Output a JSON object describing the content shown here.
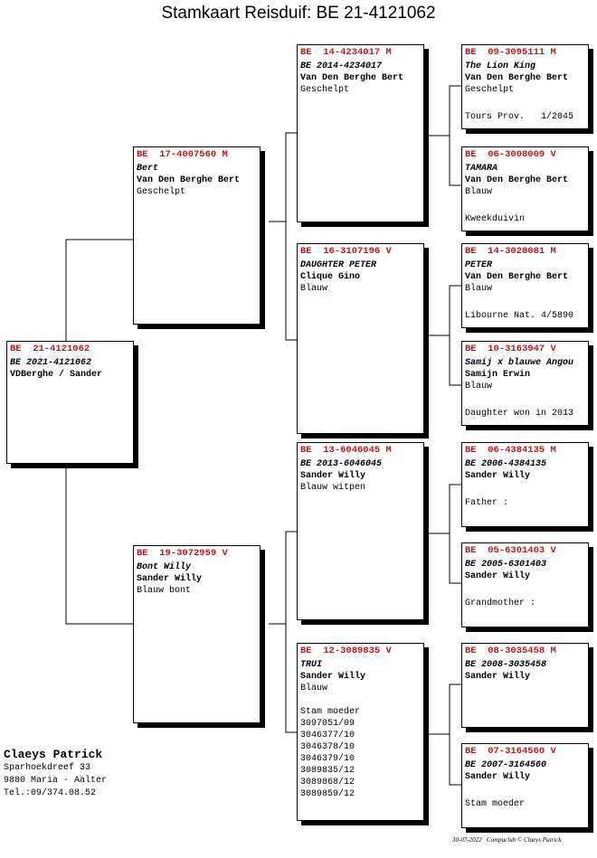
{
  "title": "Stamkaart Reisduif: BE  21-4121062",
  "pigeons": [
    {
      "id": "p0",
      "ring": "BE  21-4121062",
      "lines": [
        {
          "t": "BE 2021-4121062",
          "s": "italic"
        },
        {
          "t": "VDBerghe / Sander",
          "s": "bold"
        }
      ],
      "notes": []
    },
    {
      "id": "p1",
      "ring": "BE  17-4007560 M",
      "lines": [
        {
          "t": "Bert",
          "s": "italic"
        },
        {
          "t": "Van Den Berghe Bert",
          "s": "bold"
        },
        {
          "t": "Geschelpt",
          "s": "plain"
        }
      ],
      "notes": []
    },
    {
      "id": "p2",
      "ring": "BE  19-3072959 V",
      "lines": [
        {
          "t": "Bont Willy",
          "s": "italic"
        },
        {
          "t": "Sander Willy",
          "s": "bold"
        },
        {
          "t": "Blauw bont",
          "s": "plain"
        }
      ],
      "notes": []
    },
    {
      "id": "p3",
      "ring": "BE  14-4234017 M",
      "lines": [
        {
          "t": "BE 2014-4234017",
          "s": "italic"
        },
        {
          "t": "Van Den Berghe Bert",
          "s": "bold"
        },
        {
          "t": "Geschelpt",
          "s": "plain"
        }
      ],
      "notes": []
    },
    {
      "id": "p4",
      "ring": "BE  16-3107196 V",
      "lines": [
        {
          "t": "DAUGHTER PETER",
          "s": "italic"
        },
        {
          "t": "Clique Gino",
          "s": "bold"
        },
        {
          "t": "Blauw",
          "s": "plain"
        }
      ],
      "notes": []
    },
    {
      "id": "p5",
      "ring": "BE  13-6046045 M",
      "lines": [
        {
          "t": "BE 2013-6046045",
          "s": "italic"
        },
        {
          "t": "Sander Willy",
          "s": "bold"
        },
        {
          "t": "Blauw witpen",
          "s": "plain"
        }
      ],
      "notes": []
    },
    {
      "id": "p6",
      "ring": "BE  12-3089835 V",
      "lines": [
        {
          "t": "TRUI",
          "s": "italic"
        },
        {
          "t": "Sander Willy",
          "s": "bold"
        },
        {
          "t": "Blauw",
          "s": "plain"
        }
      ],
      "notes": [
        "Stam moeder",
        "3097051/09",
        "3046377/10",
        "3046378/10",
        "3046379/10",
        "3089835/12",
        "3089868/12",
        "3089859/12"
      ]
    },
    {
      "id": "p7",
      "ring": "BE  09-3095111 M",
      "lines": [
        {
          "t": "The Lion King",
          "s": "italic"
        },
        {
          "t": "Van Den Berghe Bert",
          "s": "bold"
        },
        {
          "t": "Geschelpt",
          "s": "plain"
        }
      ],
      "notes": [
        "Tours Prov.   1/2045"
      ]
    },
    {
      "id": "p8",
      "ring": "BE  06-3008009 V",
      "lines": [
        {
          "t": "TAMARA",
          "s": "italic"
        },
        {
          "t": "Van Den Berghe Bert",
          "s": "bold"
        },
        {
          "t": "Blauw",
          "s": "plain"
        }
      ],
      "notes": [
        "Kweekduivin"
      ]
    },
    {
      "id": "p9",
      "ring": "BE  14-3028081 M",
      "lines": [
        {
          "t": "PETER",
          "s": "italic"
        },
        {
          "t": "Van Den Berghe Bert",
          "s": "bold"
        },
        {
          "t": "Blauw",
          "s": "plain"
        }
      ],
      "notes": [
        "Libourne Nat. 4/5890"
      ]
    },
    {
      "id": "p10",
      "ring": "BE  10-3163947 V",
      "lines": [
        {
          "t": "Samij x blauwe Angou",
          "s": "italic"
        },
        {
          "t": "Samijn Erwin",
          "s": "bold"
        },
        {
          "t": "Blauw",
          "s": "plain"
        }
      ],
      "notes": [
        "Daughter won in 2013"
      ]
    },
    {
      "id": "p11",
      "ring": "BE  06-4384135 M",
      "lines": [
        {
          "t": "BE 2006-4384135",
          "s": "italic"
        },
        {
          "t": "Sander Willy",
          "s": "bold"
        }
      ],
      "notes": [
        "Father :"
      ]
    },
    {
      "id": "p12",
      "ring": "BE  05-6301403 V",
      "lines": [
        {
          "t": "BE 2005-6301403",
          "s": "italic"
        },
        {
          "t": "Sander Willy",
          "s": "bold"
        }
      ],
      "notes": [
        "Grandmother :"
      ]
    },
    {
      "id": "p13",
      "ring": "BE  08-3035458 M",
      "lines": [
        {
          "t": "BE 2008-3035458",
          "s": "italic"
        },
        {
          "t": "Sander Willy",
          "s": "bold"
        }
      ],
      "notes": []
    },
    {
      "id": "p14",
      "ring": "BE  07-3164560 V",
      "lines": [
        {
          "t": "BE 2007-3164560",
          "s": "italic"
        },
        {
          "t": "Sander Willy",
          "s": "bold"
        }
      ],
      "notes": [
        "Stam moeder"
      ]
    }
  ],
  "owner": {
    "name": "Claeys Patrick",
    "street": "Sparhoekdreef 33",
    "city": "9880  Maria - Aalter",
    "phone": "Tel.:09/374.08.52"
  },
  "footer": "30-07-2022   Compuclub © Claeys Patrick"
}
